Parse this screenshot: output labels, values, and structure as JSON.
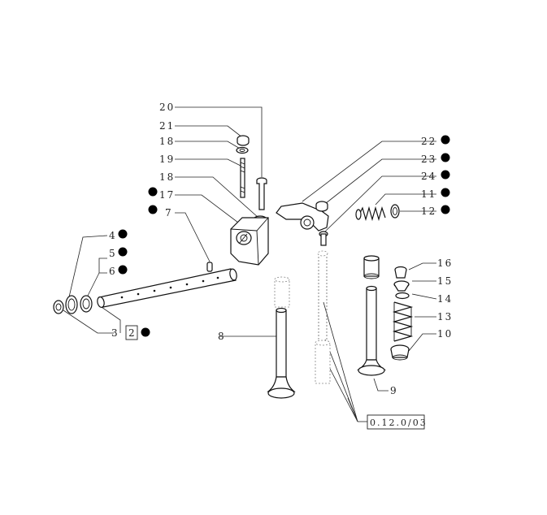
{
  "callouts": {
    "c20": "20",
    "c21": "21",
    "c18a": "18",
    "c19": "19",
    "c18b": "18",
    "c17": "17",
    "c7": "7",
    "c4": "4",
    "c5": "5",
    "c6": "6",
    "c3": "3",
    "c2": "2",
    "c8": "8",
    "c22": "22",
    "c23": "23",
    "c24": "24",
    "c11": "11",
    "c12": "12",
    "c16": "16",
    "c15": "15",
    "c14": "14",
    "c13": "13",
    "c10": "10",
    "c9": "9"
  },
  "reference_box": "0.12.0/03",
  "colors": {
    "ink": "#111111",
    "background": "#ffffff"
  }
}
